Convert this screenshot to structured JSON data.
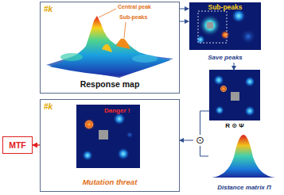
{
  "diagram": {
    "nodes": [
      {
        "text": [
          "#k",
          "Response map"
        ]
      },
      {
        "text": [
          "Sub-peaks",
          "Save peaks"
        ]
      },
      {
        "text": [
          "R ⊙ Ψ"
        ]
      },
      {
        "text": [
          "Distance matrix Π"
        ]
      },
      {
        "text": [
          "⊙"
        ]
      },
      {
        "text": [
          "#k",
          "Danger !",
          "Mutation threat"
        ]
      },
      {
        "text": [
          "MTF"
        ]
      }
    ],
    "edges": [
      {
        "from": 0,
        "to": 1,
        "arrow": "to"
      },
      {
        "from": 0,
        "to": 1,
        "arrow": "to"
      },
      {
        "from": 1,
        "to": 2,
        "arrow": "to"
      },
      {
        "from": 2,
        "to": 4,
        "arrow": "none"
      },
      {
        "from": 3,
        "to": 4,
        "arrow": "none"
      },
      {
        "from": 4,
        "to": 5,
        "arrow": "to"
      },
      {
        "from": 5,
        "to": 6,
        "arrow": "to"
      }
    ],
    "labels": [
      "Central peak",
      "Sub-peaks"
    ]
  }
}
